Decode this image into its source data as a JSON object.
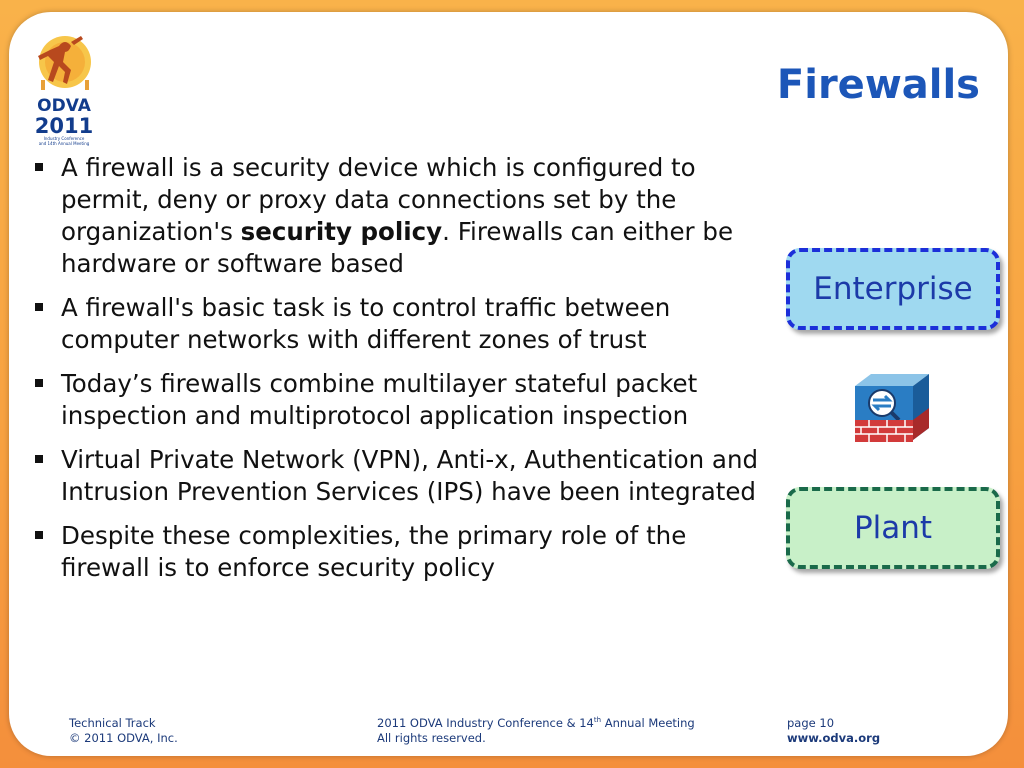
{
  "slide": {
    "title": "Firewalls",
    "bullets": [
      {
        "pre": "A firewall is a security device which is configured to permit, deny or proxy data connections set by the organization's ",
        "bold": "security policy",
        "post": ". Firewalls can either be hardware or software based"
      },
      {
        "pre": "A firewall's basic task is to control traffic between computer networks with different zones of trust",
        "bold": "",
        "post": ""
      },
      {
        "pre": "Today’s firewalls combine multilayer stateful packet inspection and multiprotocol application inspection",
        "bold": "",
        "post": ""
      },
      {
        "pre": "Virtual Private Network (VPN), Anti-x, Authentication and Intrusion Prevention Services (IPS) have been integrated",
        "bold": "",
        "post": ""
      },
      {
        "pre": "Despite these complexities, the primary role of the firewall is to enforce security policy",
        "bold": "",
        "post": ""
      }
    ],
    "enterprise_label": "Enterprise",
    "plant_label": "Plant",
    "icons": {
      "logo": "odva-kokopelli-logo",
      "firewall": "firewall-icon"
    }
  },
  "logo": {
    "brand": "ODVA",
    "year": "2011",
    "subtitle_line1": "Industry Conference",
    "subtitle_line2": "and 14th Annual Meeting"
  },
  "footer": {
    "left_line1": "Technical Track",
    "left_line2": "© 2011 ODVA, Inc.",
    "mid_line1_pre": "2011 ODVA Industry Conference & 14",
    "mid_line1_sup": "th",
    "mid_line1_post": " Annual Meeting",
    "mid_line2": "All rights reserved.",
    "right_line1": "page 10",
    "right_line2": "www.odva.org"
  },
  "colors": {
    "title": "#1c56b8",
    "frame": "#f7a040",
    "enterprise_fill": "#9fd9f0",
    "enterprise_border": "#1c2fd9",
    "plant_fill": "#c8f0c8",
    "plant_border": "#1a6a4a"
  }
}
